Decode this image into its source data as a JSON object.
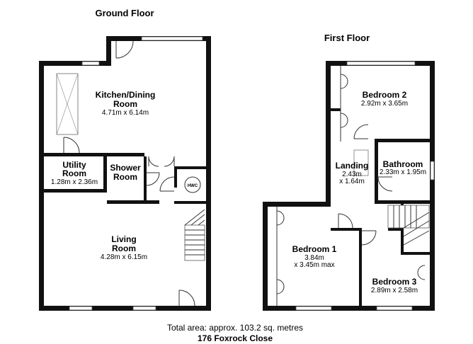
{
  "floors": {
    "ground": {
      "title": "Ground Floor",
      "rooms": {
        "kitchen": {
          "name_line1": "Kitchen/Dining",
          "name_line2": "Room",
          "dims": "4.71m x 6.14m"
        },
        "utility": {
          "name_line1": "Utility",
          "name_line2": "Room",
          "dims": "1.28m x 2.36m"
        },
        "shower": {
          "name_line1": "Shower",
          "name_line2": "Room"
        },
        "hwc": {
          "label": "HWC"
        },
        "living": {
          "name_line1": "Living",
          "name_line2": "Room",
          "dims": "4.28m x 6.15m"
        }
      }
    },
    "first": {
      "title": "First Floor",
      "rooms": {
        "bedroom2": {
          "name": "Bedroom 2",
          "dims": "2.92m x 3.65m"
        },
        "landing": {
          "name": "Landing",
          "dims_line1": "2.43m",
          "dims_line2": "x 1.64m"
        },
        "bathroom": {
          "name": "Bathroom",
          "dims": "2.33m x 1.95m"
        },
        "bedroom1": {
          "name": "Bedroom 1",
          "dims_line1": "3.84m",
          "dims_line2": "x 3.45m max"
        },
        "bedroom3": {
          "name": "Bedroom 3",
          "dims": "2.89m x 2.58m"
        }
      }
    }
  },
  "footer": {
    "area": "Total area: approx. 103.2 sq. metres",
    "address": "176 Foxrock Close"
  }
}
